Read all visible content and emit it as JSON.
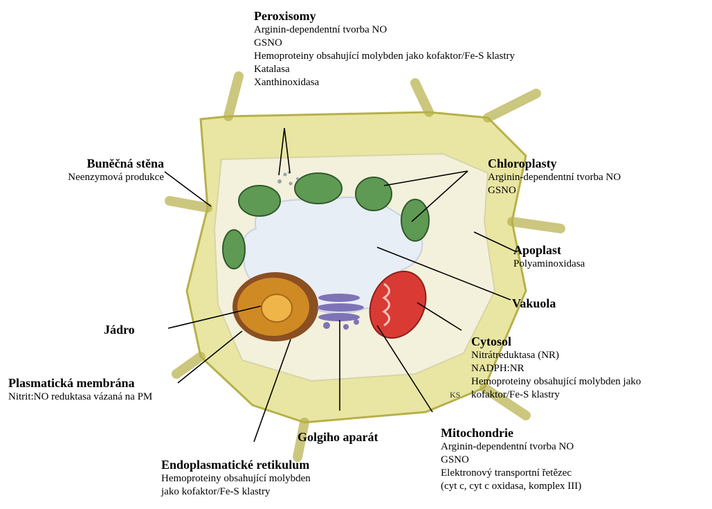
{
  "labels": {
    "peroxisomy": {
      "title": "Peroxisomy",
      "lines": [
        "Arginin-dependentní tvorba NO",
        "GSNO",
        "Hemoproteiny obsahující molybden jako kofaktor/Fe-S klastry",
        "Katalasa",
        "Xanthinoxidasa"
      ]
    },
    "bunecna_stena": {
      "title": "Buněčná stěna",
      "lines": [
        "Neenzymová produkce"
      ]
    },
    "chloroplasty": {
      "title": "Chloroplasty",
      "lines": [
        "Arginin-dependentní tvorba NO",
        "GSNO"
      ]
    },
    "apoplast": {
      "title": "Apoplast",
      "lines": [
        "Polyaminoxidasa"
      ]
    },
    "vakuola": {
      "title": "Vakuola"
    },
    "jadro": {
      "title": "Jádro"
    },
    "cytosol": {
      "title": "Cytosol",
      "lines": [
        "Nitrátreduktasa (NR)",
        "NADPH:NR",
        "Hemoproteiny obsahující molybden jako",
        "kofaktor/Fe-S klastry"
      ]
    },
    "plasmaticka_membrana": {
      "title": "Plasmatická membrána",
      "lines": [
        "Nitrit:NO reduktasa vázaná na PM"
      ]
    },
    "golgiho_aparat": {
      "title": "Golgiho aparát"
    },
    "mitochondrie": {
      "title": "Mitochondrie",
      "lines": [
        "Arginin-dependentní tvorba NO",
        "GSNO",
        "Elektronový transportní řetězec",
        "(cyt c, cyt c oxidasa, komplex III)"
      ]
    },
    "endoplasmaticke_retikulum": {
      "title": "Endoplasmatické retikulum",
      "lines": [
        "Hemoproteiny obsahující molybden",
        "jako kofaktor/Fe-S klastry"
      ]
    }
  },
  "signature": "KS",
  "colors": {
    "cell_wall": "#e9e6a3",
    "cell_wall_edge": "#b7b04a",
    "cytoplasm": "#f3f1dc",
    "vacuole": "#e8eef6",
    "chloroplast": "#5f9a54",
    "nucleus": "#d08a24",
    "mitochondrion": "#d93a34",
    "golgi": "#7f73b8",
    "er": "#8a4f22"
  }
}
